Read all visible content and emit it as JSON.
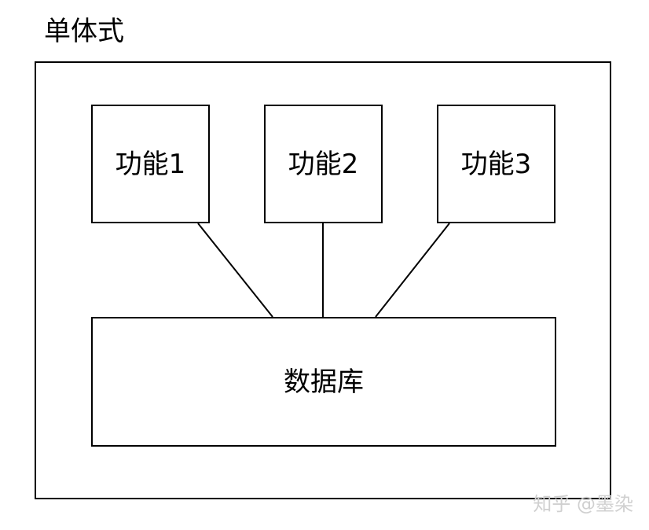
{
  "title": "单体式",
  "features": [
    {
      "label": "功能1"
    },
    {
      "label": "功能2"
    },
    {
      "label": "功能3"
    }
  ],
  "database": {
    "label": "数据库"
  },
  "watermark": "知乎 @墨染",
  "colors": {
    "stroke": "#000000",
    "background": "#ffffff",
    "watermark": "#d0d0d0"
  }
}
